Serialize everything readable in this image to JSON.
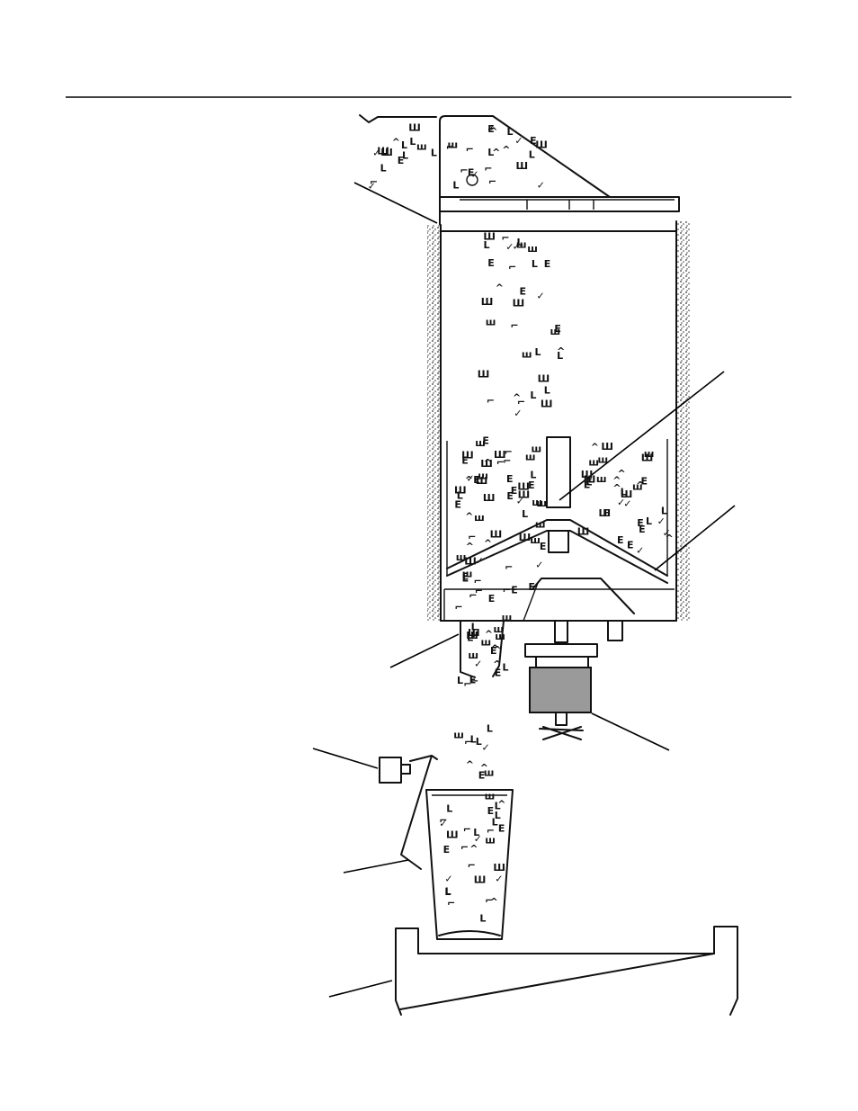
{
  "figure": {
    "description_text": "",
    "colors": {
      "ink": "#111111",
      "paper": "#ffffff",
      "insulation": "#555555"
    },
    "ice_glyphs": [
      "E",
      "L",
      "ш",
      "Ш",
      "⌐",
      "^",
      "✓"
    ],
    "components": [
      {
        "name": "ice-chute",
        "icon": "chute"
      },
      {
        "name": "storage-bin",
        "icon": "bin"
      },
      {
        "name": "insulation-wall",
        "icon": "stipple"
      },
      {
        "name": "agitator-baffle",
        "icon": "baffle"
      },
      {
        "name": "dispense-wheel",
        "icon": "wheel"
      },
      {
        "name": "dispense-spout",
        "icon": "spout"
      },
      {
        "name": "drive-motor",
        "icon": "motor"
      },
      {
        "name": "dispense-lever",
        "icon": "lever"
      },
      {
        "name": "cup",
        "icon": "cup"
      },
      {
        "name": "drip-tray",
        "icon": "tray"
      }
    ]
  }
}
